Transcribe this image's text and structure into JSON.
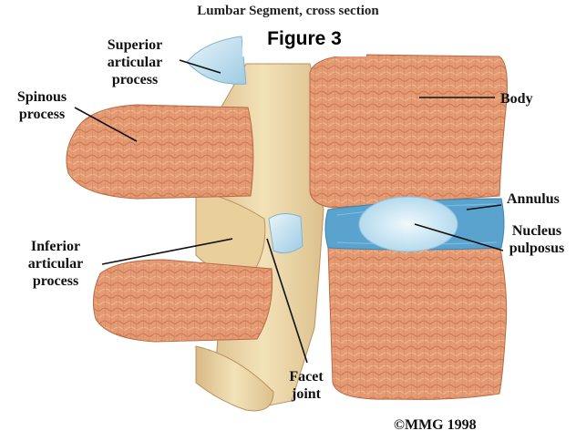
{
  "diagram": {
    "title": "Lumbar Segment, cross section",
    "badge": "Figure 3",
    "copyright": "©MMG 1998",
    "colors": {
      "bone": "#e49a72",
      "bone_dark": "#c9704d",
      "cartilage": "#bfe0ee",
      "annulus": "#5aa3cf",
      "nucleus": "#d8eef8",
      "posterior": "#efd9a8"
    },
    "labels": {
      "superior_articular": [
        "Superior",
        "articular",
        "process"
      ],
      "spinous": [
        "Spinous",
        "process"
      ],
      "inferior_articular": [
        "Inferior",
        "articular",
        "process"
      ],
      "facet_joint": [
        "Facet",
        "joint"
      ],
      "body": "Body",
      "annulus": "Annulus",
      "nucleus": [
        "Nucleus",
        "pulposus"
      ]
    }
  }
}
